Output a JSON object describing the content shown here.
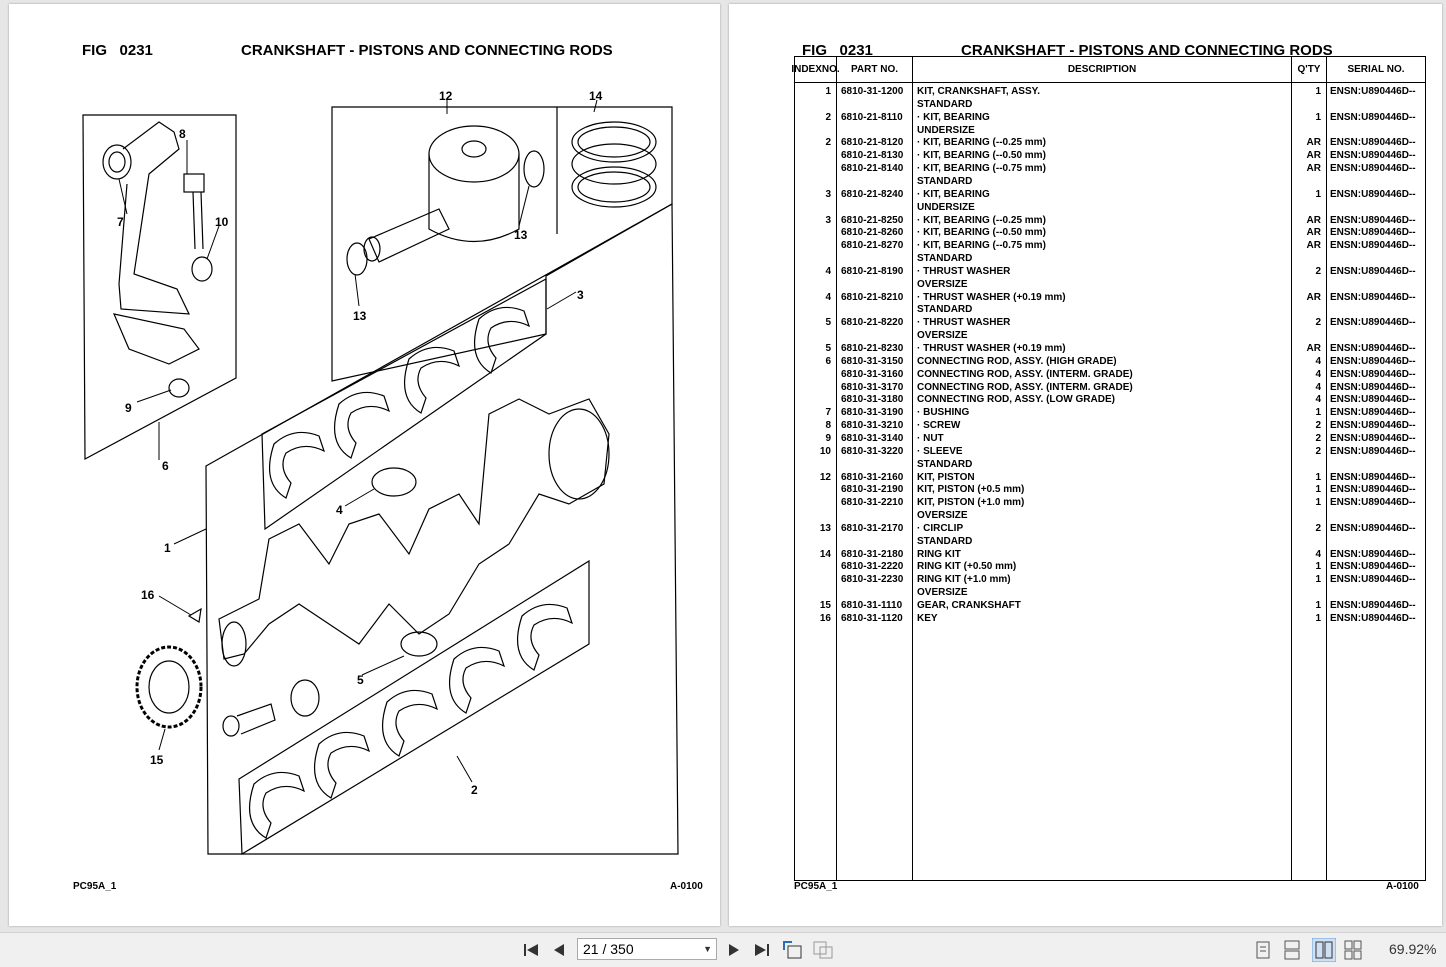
{
  "left_page": {
    "fig_label": "FIG",
    "fig_number": "0231",
    "title": "CRANKSHAFT - PISTONS AND CONNECTING RODS",
    "footer_left": "PC95A_1",
    "footer_right": "A-0100",
    "callouts": [
      "1",
      "2",
      "3",
      "4",
      "5",
      "6",
      "7",
      "8",
      "9",
      "10",
      "12",
      "13",
      "13",
      "14",
      "15",
      "16"
    ]
  },
  "right_page": {
    "fig_label": "FIG",
    "fig_number": "0231",
    "title": "CRANKSHAFT - PISTONS AND CONNECTING RODS",
    "footer_left": "PC95A_1",
    "footer_right": "A-0100",
    "columns": {
      "index_line1": "INDEX",
      "index_line2": "NO.",
      "part_no": "PART NO.",
      "description": "DESCRIPTION",
      "qty": "Q'TY",
      "serial_no": "SERIAL NO."
    },
    "rows": [
      {
        "index": "1",
        "part": "6810-31-1200",
        "desc": "KIT, CRANKSHAFT, ASSY.",
        "qty": "1",
        "serial": "ENSN:U890446D--"
      },
      {
        "index": "",
        "part": "",
        "desc": "STANDARD",
        "qty": "",
        "serial": ""
      },
      {
        "index": "2",
        "part": "6810-21-8110",
        "desc": "·  KIT, BEARING",
        "qty": "1",
        "serial": "ENSN:U890446D--"
      },
      {
        "index": "",
        "part": "",
        "desc": "UNDERSIZE",
        "qty": "",
        "serial": ""
      },
      {
        "index": "2",
        "part": "6810-21-8120",
        "desc": "·  KIT, BEARING (--0.25 mm)",
        "qty": "AR",
        "serial": "ENSN:U890446D--"
      },
      {
        "index": "",
        "part": "6810-21-8130",
        "desc": "·  KIT, BEARING (--0.50 mm)",
        "qty": "AR",
        "serial": "ENSN:U890446D--"
      },
      {
        "index": "",
        "part": "6810-21-8140",
        "desc": "·  KIT, BEARING (--0.75 mm)",
        "qty": "AR",
        "serial": "ENSN:U890446D--"
      },
      {
        "index": "",
        "part": "",
        "desc": "STANDARD",
        "qty": "",
        "serial": ""
      },
      {
        "index": "3",
        "part": "6810-21-8240",
        "desc": "·  KIT, BEARING",
        "qty": "1",
        "serial": "ENSN:U890446D--"
      },
      {
        "index": "",
        "part": "",
        "desc": "UNDERSIZE",
        "qty": "",
        "serial": ""
      },
      {
        "index": "3",
        "part": "6810-21-8250",
        "desc": "·  KIT, BEARING (--0.25 mm)",
        "qty": "AR",
        "serial": "ENSN:U890446D--"
      },
      {
        "index": "",
        "part": "6810-21-8260",
        "desc": "·  KIT, BEARING (--0.50 mm)",
        "qty": "AR",
        "serial": "ENSN:U890446D--"
      },
      {
        "index": "",
        "part": "6810-21-8270",
        "desc": "·  KIT, BEARING (--0.75 mm)",
        "qty": "AR",
        "serial": "ENSN:U890446D--"
      },
      {
        "index": "",
        "part": "",
        "desc": "STANDARD",
        "qty": "",
        "serial": ""
      },
      {
        "index": "4",
        "part": "6810-21-8190",
        "desc": "·  THRUST WASHER",
        "qty": "2",
        "serial": "ENSN:U890446D--"
      },
      {
        "index": "",
        "part": "",
        "desc": "OVERSIZE",
        "qty": "",
        "serial": ""
      },
      {
        "index": "4",
        "part": "6810-21-8210",
        "desc": "·  THRUST WASHER (+0.19 mm)",
        "qty": "AR",
        "serial": "ENSN:U890446D--"
      },
      {
        "index": "",
        "part": "",
        "desc": "STANDARD",
        "qty": "",
        "serial": ""
      },
      {
        "index": "5",
        "part": "6810-21-8220",
        "desc": "·  THRUST WASHER",
        "qty": "2",
        "serial": "ENSN:U890446D--"
      },
      {
        "index": "",
        "part": "",
        "desc": "OVERSIZE",
        "qty": "",
        "serial": ""
      },
      {
        "index": "5",
        "part": "6810-21-8230",
        "desc": "·  THRUST WASHER (+0.19 mm)",
        "qty": "AR",
        "serial": "ENSN:U890446D--"
      },
      {
        "index": "6",
        "part": "6810-31-3150",
        "desc": "CONNECTING ROD, ASSY. (HIGH GRADE)",
        "qty": "4",
        "serial": "ENSN:U890446D--"
      },
      {
        "index": "",
        "part": "6810-31-3160",
        "desc": "CONNECTING ROD, ASSY. (INTERM. GRADE)",
        "qty": "4",
        "serial": "ENSN:U890446D--"
      },
      {
        "index": "",
        "part": "6810-31-3170",
        "desc": "CONNECTING ROD, ASSY. (INTERM. GRADE)",
        "qty": "4",
        "serial": "ENSN:U890446D--"
      },
      {
        "index": "",
        "part": "6810-31-3180",
        "desc": "CONNECTING ROD, ASSY. (LOW GRADE)",
        "qty": "4",
        "serial": "ENSN:U890446D--"
      },
      {
        "index": "7",
        "part": "6810-31-3190",
        "desc": "·  BUSHING",
        "qty": "1",
        "serial": "ENSN:U890446D--"
      },
      {
        "index": "8",
        "part": "6810-31-3210",
        "desc": "·  SCREW",
        "qty": "2",
        "serial": "ENSN:U890446D--"
      },
      {
        "index": "9",
        "part": "6810-31-3140",
        "desc": "·  NUT",
        "qty": "2",
        "serial": "ENSN:U890446D--"
      },
      {
        "index": "10",
        "part": "6810-31-3220",
        "desc": "·  SLEEVE",
        "qty": "2",
        "serial": "ENSN:U890446D--"
      },
      {
        "index": "",
        "part": "",
        "desc": "STANDARD",
        "qty": "",
        "serial": ""
      },
      {
        "index": "12",
        "part": "6810-31-2160",
        "desc": "KIT, PISTON",
        "qty": "1",
        "serial": "ENSN:U890446D--"
      },
      {
        "index": "",
        "part": "6810-31-2190",
        "desc": "KIT, PISTON (+0.5 mm)",
        "qty": "1",
        "serial": "ENSN:U890446D--"
      },
      {
        "index": "",
        "part": "6810-31-2210",
        "desc": "KIT, PISTON (+1.0 mm)",
        "qty": "1",
        "serial": "ENSN:U890446D--"
      },
      {
        "index": "",
        "part": "",
        "desc": "OVERSIZE",
        "qty": "",
        "serial": ""
      },
      {
        "index": "13",
        "part": "6810-31-2170",
        "desc": "·  CIRCLIP",
        "qty": "2",
        "serial": "ENSN:U890446D--"
      },
      {
        "index": "",
        "part": "",
        "desc": "STANDARD",
        "qty": "",
        "serial": ""
      },
      {
        "index": "14",
        "part": "6810-31-2180",
        "desc": "RING KIT",
        "qty": "4",
        "serial": "ENSN:U890446D--"
      },
      {
        "index": "",
        "part": "6810-31-2220",
        "desc": "RING KIT (+0.50 mm)",
        "qty": "1",
        "serial": "ENSN:U890446D--"
      },
      {
        "index": "",
        "part": "6810-31-2230",
        "desc": "RING KIT (+1.0 mm)",
        "qty": "1",
        "serial": "ENSN:U890446D--"
      },
      {
        "index": "",
        "part": "",
        "desc": "OVERSIZE",
        "qty": "",
        "serial": ""
      },
      {
        "index": "15",
        "part": "6810-31-1110",
        "desc": "GEAR, CRANKSHAFT",
        "qty": "1",
        "serial": "ENSN:U890446D--"
      },
      {
        "index": "16",
        "part": "6810-31-1120",
        "desc": "KEY",
        "qty": "1",
        "serial": "ENSN:U890446D--"
      }
    ]
  },
  "toolbar": {
    "page_display": "21 / 350",
    "zoom": "69.92%",
    "icons": [
      "first-page-icon",
      "previous-page-icon",
      "next-page-icon",
      "last-page-icon",
      "rotate-icon",
      "fit-icon",
      "single-page-icon",
      "continuous-icon",
      "two-page-icon",
      "two-page-continuous-icon"
    ]
  }
}
